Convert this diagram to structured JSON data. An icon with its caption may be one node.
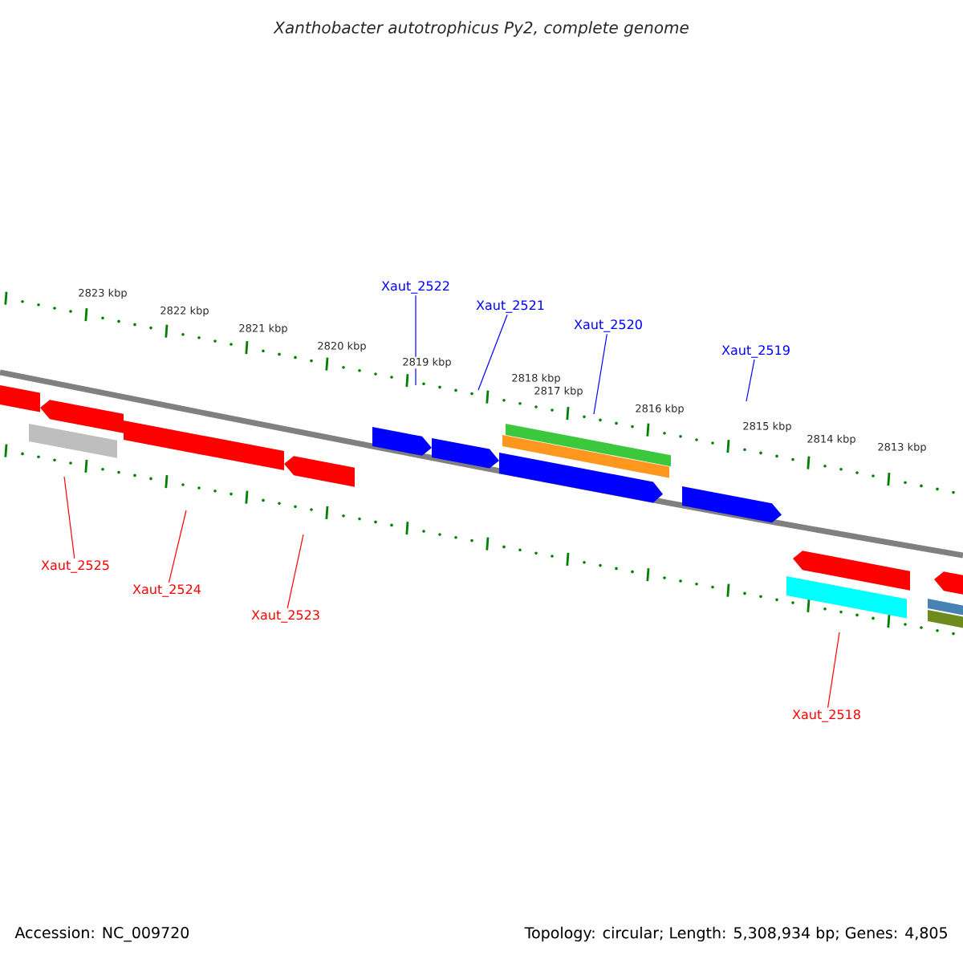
{
  "diagram": {
    "title": "Xanthobacter autotrophicus Py2, complete genome",
    "nodes": [
      {
        "text": [
          "Xaut_2522"
        ]
      },
      {
        "text": [
          "Xaut_2521"
        ]
      },
      {
        "text": [
          "Xaut_2520"
        ]
      },
      {
        "text": [
          "Xaut_2519"
        ]
      },
      {
        "text": [
          "Xaut_2525"
        ]
      },
      {
        "text": [
          "Xaut_2524"
        ]
      },
      {
        "text": [
          "Xaut_2523"
        ]
      },
      {
        "text": [
          "Xaut_2518"
        ]
      }
    ],
    "edges": [
      {
        "from": 0,
        "to": null,
        "arrow": "none",
        "color": "#0000ff"
      },
      {
        "from": 1,
        "to": null,
        "arrow": "none",
        "color": "#0000ff"
      },
      {
        "from": 2,
        "to": null,
        "arrow": "none",
        "color": "#0000ff"
      },
      {
        "from": 3,
        "to": null,
        "arrow": "none",
        "color": "#0000ff"
      },
      {
        "from": 4,
        "to": null,
        "arrow": "none",
        "color": "#ff0000"
      },
      {
        "from": 5,
        "to": null,
        "arrow": "none",
        "color": "#ff0000"
      },
      {
        "from": 6,
        "to": null,
        "arrow": "none",
        "color": "#ff0000"
      },
      {
        "from": 7,
        "to": null,
        "arrow": "none",
        "color": "#ff0000"
      }
    ],
    "labels": [
      "2823 kbp",
      "2822 kbp",
      "2821 kbp",
      "2820 kbp",
      "2819 kbp",
      "2818 kbp",
      "2817 kbp",
      "2816 kbp",
      "2815 kbp",
      "2814 kbp",
      "2813 kbp",
      "Accession: NC_009720",
      "Topology: circular; Length: 5,308,934 bp; Genes: 4,805"
    ]
  }
}
